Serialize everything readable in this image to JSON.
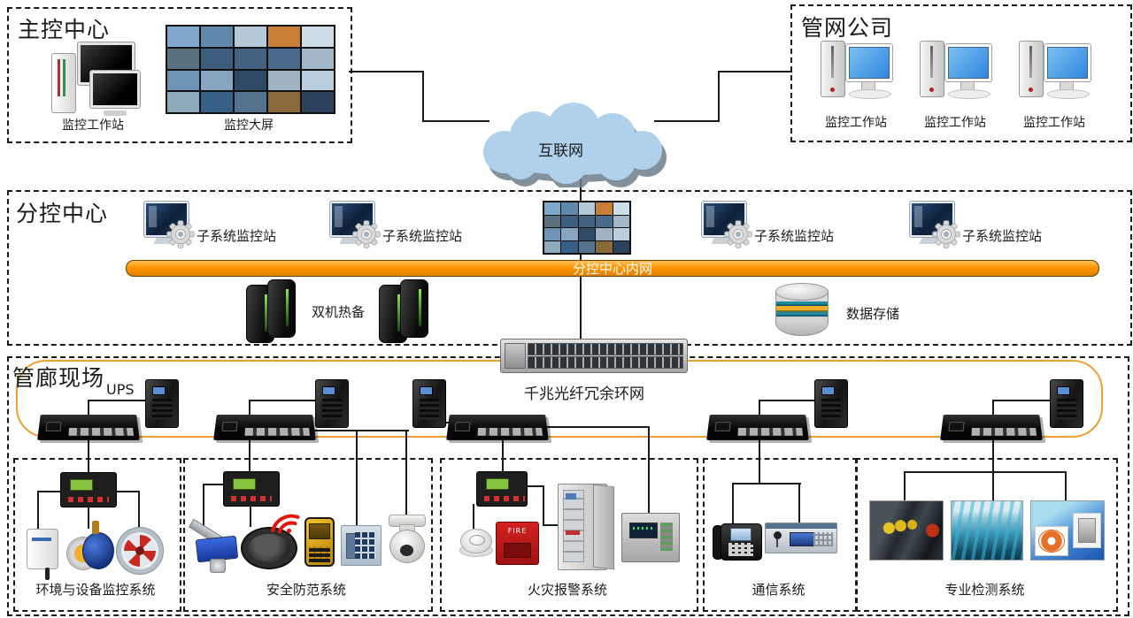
{
  "main_center": {
    "title": "主控中心",
    "workstation_label": "监控工作站",
    "videowall_label": "监控大屏"
  },
  "pipe_company": {
    "title": "管网公司",
    "workstation_labels": [
      "监控工作站",
      "监控工作站",
      "监控工作站"
    ]
  },
  "internet_label": "互联网",
  "sub_center": {
    "title": "分控中心",
    "station_labels": [
      "子系统监控站",
      "子系统监控站",
      "子系统监控站",
      "子系统监控站"
    ],
    "bus_label": "分控中心内网",
    "hot_standby_label": "双机热备",
    "storage_label": "数据存储"
  },
  "site": {
    "title": "管廊现场",
    "ups_label": "UPS",
    "switch_label": "千兆光纤冗余环网",
    "system_labels": [
      "环境与设备监控系统",
      "安全防范系统",
      "火灾报警系统",
      "通信系统",
      "专业检测系统"
    ],
    "fire_box_text": "FIRE"
  },
  "colors": {
    "bus_orange": "#FF9400",
    "ring_orange": "#F0A030",
    "cloud_fill": "#AFD1EC",
    "cloud_shadow": "#6E7E8C",
    "screen_blue": "#4D9EE8"
  },
  "videowall_palette": [
    "#7fa8cc",
    "#54718e",
    "#b9cede",
    "#3d5d7e",
    "#c77f35",
    "#8fa9bd",
    "#2f4a66",
    "#a3b8c8",
    "#5f88ab",
    "#8a6a3a",
    "#6d93b5",
    "#44617f",
    "#cfdde8",
    "#386087",
    "#9fb3c2",
    "#59707f",
    "#b5c9d9",
    "#2b415c",
    "#87a5c0",
    "#4a6a8c"
  ]
}
